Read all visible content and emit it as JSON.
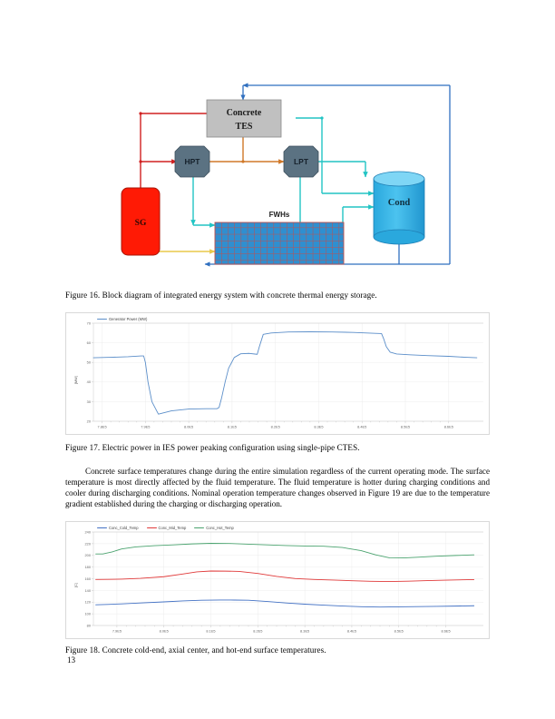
{
  "page": {
    "number": "13"
  },
  "figure16": {
    "caption": "Figure 16. Block diagram of integrated energy system with concrete thermal energy storage.",
    "blocks": {
      "concrete_tes_line1": "Concrete",
      "concrete_tes_line2": "TES",
      "hpt": "HPT",
      "lpt": "LPT",
      "sg": "SG",
      "cond": "Cond",
      "fwhs": "FWHs"
    },
    "colors": {
      "tes_fill": "#c0c0c0",
      "turbine_fill": "#5b7282",
      "sg_fill": "#ff1a05",
      "cond_fill": "#35b6ea",
      "fwh_fill": "#2f8fd0",
      "fwh_grid": "#c0504d",
      "steam_red": "#d02020",
      "orange_line": "#d07828",
      "teal_line": "#22c4c4",
      "blue_line": "#2f6fbf",
      "yellow_line": "#e8c84a"
    }
  },
  "figure17": {
    "caption": "Figure 17. Electric power in IES power peaking configuration using single-pipe CTES.",
    "chart_data": {
      "type": "line",
      "title": "",
      "xlabel": "",
      "ylabel": "[MW]",
      "ylim": [
        20,
        70
      ],
      "yticks": [
        20,
        30,
        40,
        50,
        60,
        70
      ],
      "xlim": [
        778000,
        868000
      ],
      "xticks": [
        780000,
        790000,
        800000,
        810000,
        820000,
        830000,
        840000,
        850000,
        860000
      ],
      "xticklabels": [
        "7.8E5",
        "7.9E5",
        "8.0E5",
        "8.1E5",
        "8.2E5",
        "8.3E5",
        "8.4E5",
        "8.5E5",
        "8.6E5"
      ],
      "grid": true,
      "legend_position": "top-left",
      "series": [
        {
          "name": "Generator Power (MW)",
          "color": "#5b8ec9",
          "x": [
            778000,
            782000,
            786000,
            789000,
            789600,
            790000,
            790600,
            791500,
            793000,
            796000,
            800000,
            804000,
            806500,
            807000,
            807600,
            808400,
            809200,
            810500,
            812000,
            814000,
            815500,
            815800,
            816300,
            817200,
            819000,
            823000,
            828000,
            833000,
            838000,
            843000,
            844500,
            845000,
            845600,
            846500,
            848000,
            851000,
            855000,
            860000,
            864000,
            866500
          ],
          "y": [
            52.4,
            52.6,
            52.9,
            53.3,
            53.3,
            50.0,
            40.0,
            30.0,
            23.6,
            25.3,
            26.2,
            26.4,
            26.4,
            27.0,
            32.0,
            40.0,
            47.0,
            52.5,
            54.4,
            54.6,
            54.2,
            54.1,
            58.0,
            64.3,
            65.0,
            65.5,
            65.6,
            65.5,
            65.3,
            64.8,
            64.7,
            62.0,
            58.0,
            55.2,
            54.3,
            53.9,
            53.5,
            53.1,
            52.6,
            52.4
          ]
        }
      ]
    }
  },
  "figure18": {
    "caption": "Figure 18. Concrete cold-end, axial center, and hot-end surface temperatures.",
    "chart_data": {
      "type": "line",
      "title": "",
      "xlabel": "",
      "ylabel": "[C]",
      "ylim": [
        80,
        240
      ],
      "yticks": [
        80,
        100,
        120,
        140,
        160,
        180,
        200,
        220,
        240
      ],
      "xlim": [
        785000,
        868000
      ],
      "xticks": [
        790000,
        800000,
        810000,
        820000,
        830000,
        840000,
        850000,
        860000
      ],
      "xticklabels": [
        "7.9E5",
        "8.0E5",
        "8.1E5",
        "8.2E5",
        "8.3E5",
        "8.4E5",
        "8.5E5",
        "8.6E5"
      ],
      "grid": true,
      "legend_position": "top-left",
      "series": [
        {
          "name": "Conc_Cold_Temp",
          "color": "#4472c4",
          "x": [
            785500,
            788000,
            791000,
            795000,
            800000,
            804000,
            808000,
            812000,
            815000,
            818000,
            822000,
            826000,
            830000,
            834000,
            838000,
            842000,
            846000,
            850000,
            854000,
            858000,
            862000,
            866000
          ],
          "y": [
            115.5,
            116.0,
            117.0,
            118.6,
            120.4,
            122.0,
            123.2,
            123.6,
            123.5,
            123.2,
            121.0,
            118.6,
            116.5,
            114.8,
            113.3,
            112.2,
            111.6,
            112.0,
            112.4,
            112.7,
            113.2,
            113.8
          ]
        },
        {
          "name": "Conc_Mid_Temp",
          "color": "#e03a3a",
          "x": [
            785500,
            788000,
            791000,
            795000,
            800000,
            804000,
            807000,
            810000,
            813000,
            816000,
            820000,
            824000,
            828000,
            832000,
            836000,
            840000,
            844000,
            848000,
            852000,
            856000,
            860000,
            866000
          ],
          "y": [
            158.8,
            158.9,
            159.4,
            160.6,
            163.5,
            168.0,
            171.8,
            173.2,
            173.0,
            172.6,
            169.0,
            164.0,
            160.3,
            158.8,
            157.8,
            156.6,
            155.6,
            155.2,
            155.9,
            156.8,
            157.6,
            158.6
          ]
        },
        {
          "name": "Conc_Hot_Temp",
          "color": "#4ba36f",
          "x": [
            785500,
            787000,
            789000,
            791000,
            794000,
            798000,
            802000,
            806000,
            810000,
            814000,
            818000,
            822000,
            826000,
            830000,
            834000,
            838000,
            842000,
            845000,
            848000,
            851000,
            854000,
            858000,
            862000,
            866000
          ],
          "y": [
            202.5,
            202.5,
            206.0,
            211.0,
            214.5,
            216.6,
            218.0,
            219.6,
            220.6,
            220.3,
            219.2,
            218.0,
            216.8,
            216.0,
            215.6,
            213.5,
            208.0,
            201.0,
            195.8,
            195.6,
            196.8,
            198.5,
            199.8,
            200.8
          ]
        }
      ]
    }
  },
  "body": {
    "paragraph": "Concrete surface temperatures change during the entire simulation regardless of the current operating mode. The surface temperature is most directly affected by the fluid temperature. The fluid temperature is hotter during charging conditions and cooler during discharging conditions. Nominal operation temperature changes observed in Figure 19 are due to the temperature gradient established during the charging or discharging operation."
  }
}
